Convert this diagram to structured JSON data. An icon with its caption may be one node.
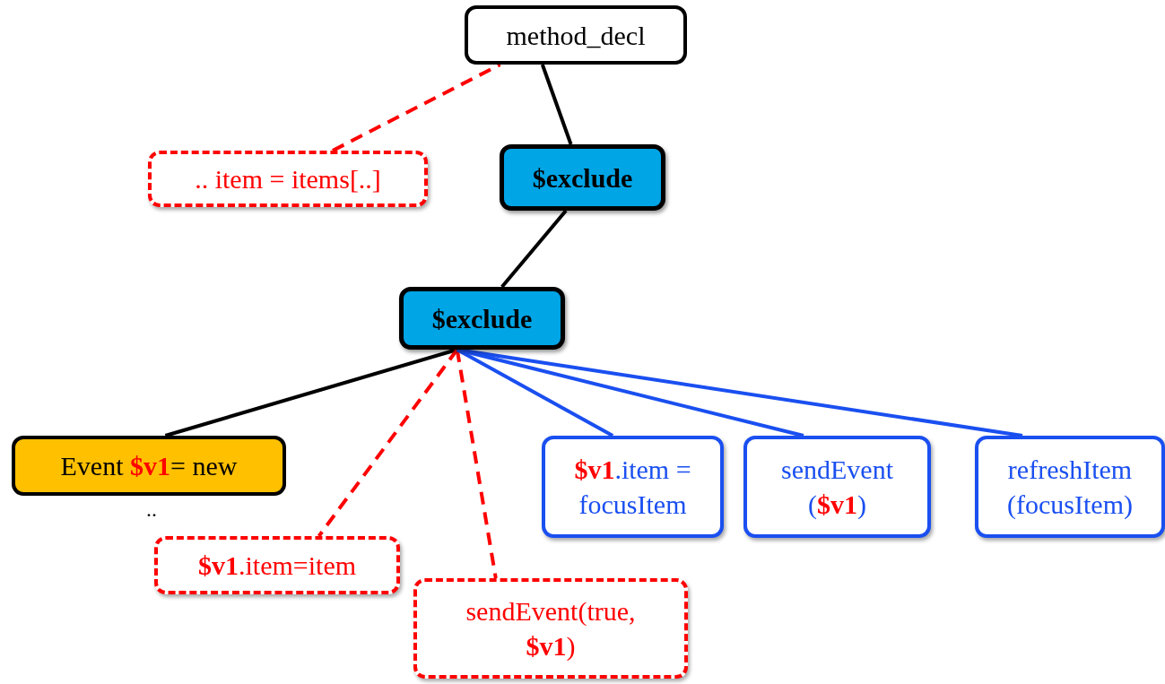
{
  "diagram": {
    "nodes": [
      {
        "text": [
          "method_decl"
        ]
      },
      {
        "text": [
          ".. item = items[..]"
        ]
      },
      {
        "text": [
          "$exclude"
        ]
      },
      {
        "text": [
          "$exclude"
        ]
      },
      {
        "text": [
          "Event **$v1**= new"
        ],
        "beside": [
          ".."
        ]
      },
      {
        "text": [
          "**$v1**.item=item"
        ]
      },
      {
        "text": [
          "sendEvent(true, **$v1**)"
        ]
      },
      {
        "text": [
          "**$v1**.item = focusItem"
        ]
      },
      {
        "text": [
          "sendEvent (**$v1**)"
        ]
      },
      {
        "text": [
          "refreshItem (focusItem)"
        ]
      }
    ],
    "edges": [
      {
        "from": 0,
        "to": 2,
        "arrow": "none"
      },
      {
        "from": 1,
        "to": 0,
        "arrow": "none",
        "style": "dashed",
        "color": "#ff0000"
      },
      {
        "from": 2,
        "to": 3,
        "arrow": "none"
      },
      {
        "from": 3,
        "to": 4,
        "arrow": "none"
      },
      {
        "from": 3,
        "to": 5,
        "arrow": "none",
        "style": "dashed",
        "color": "#ff0000"
      },
      {
        "from": 3,
        "to": 6,
        "arrow": "none",
        "style": "dashed",
        "color": "#ff0000"
      },
      {
        "from": 3,
        "to": 7,
        "arrow": "none",
        "color": "#1a4ff0"
      },
      {
        "from": 3,
        "to": 8,
        "arrow": "none",
        "color": "#1a4ff0"
      },
      {
        "from": 3,
        "to": 9,
        "arrow": "none",
        "color": "#1a4ff0"
      }
    ]
  }
}
